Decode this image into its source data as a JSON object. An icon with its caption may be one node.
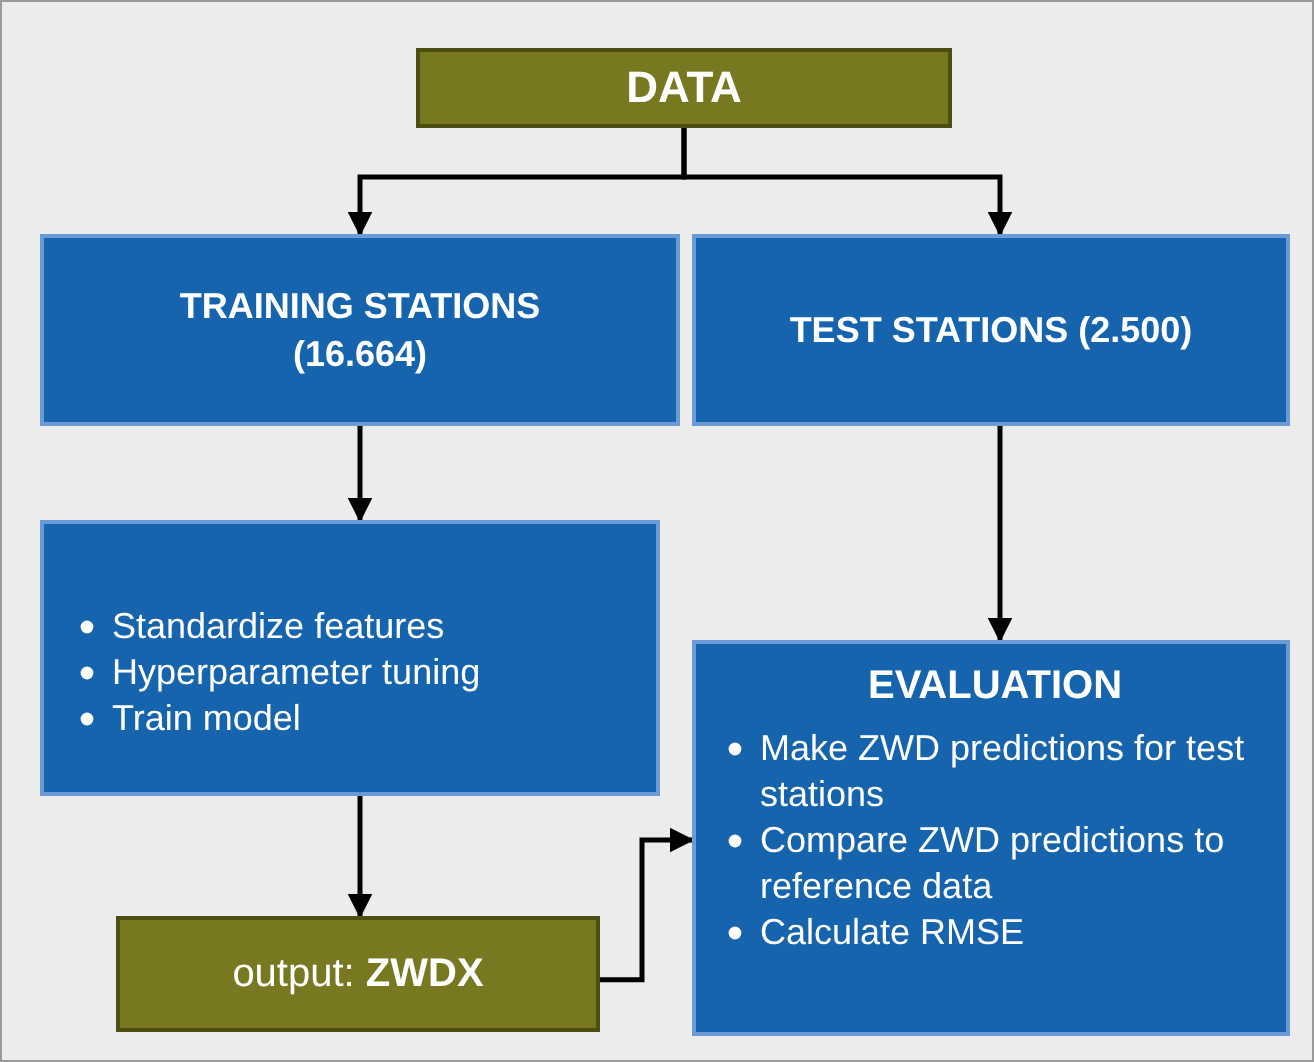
{
  "diagram": {
    "nodes": [
      {
        "text": [
          "DATA"
        ]
      },
      {
        "text": [
          "TRAINING STATIONS (16.664)"
        ]
      },
      {
        "text": [
          "TEST STATIONS (2.500)"
        ]
      },
      {
        "text": [
          "Standardize features",
          "Hyperparameter tuning",
          "Train model"
        ]
      },
      {
        "text": [
          "output: **ZWDX**"
        ]
      },
      {
        "text": [
          "EVALUATION",
          "Make ZWD predictions for test stations",
          "Compare ZWD predictions to reference data",
          "Calculate RMSE"
        ]
      }
    ],
    "edges": [
      {
        "from": 0,
        "to": 1,
        "arrow": "to"
      },
      {
        "from": 0,
        "to": 2,
        "arrow": "to"
      },
      {
        "from": 1,
        "to": 3,
        "arrow": "to"
      },
      {
        "from": 2,
        "to": 5,
        "arrow": "to"
      },
      {
        "from": 3,
        "to": 4,
        "arrow": "to"
      },
      {
        "from": 4,
        "to": 5,
        "arrow": "to"
      }
    ]
  }
}
